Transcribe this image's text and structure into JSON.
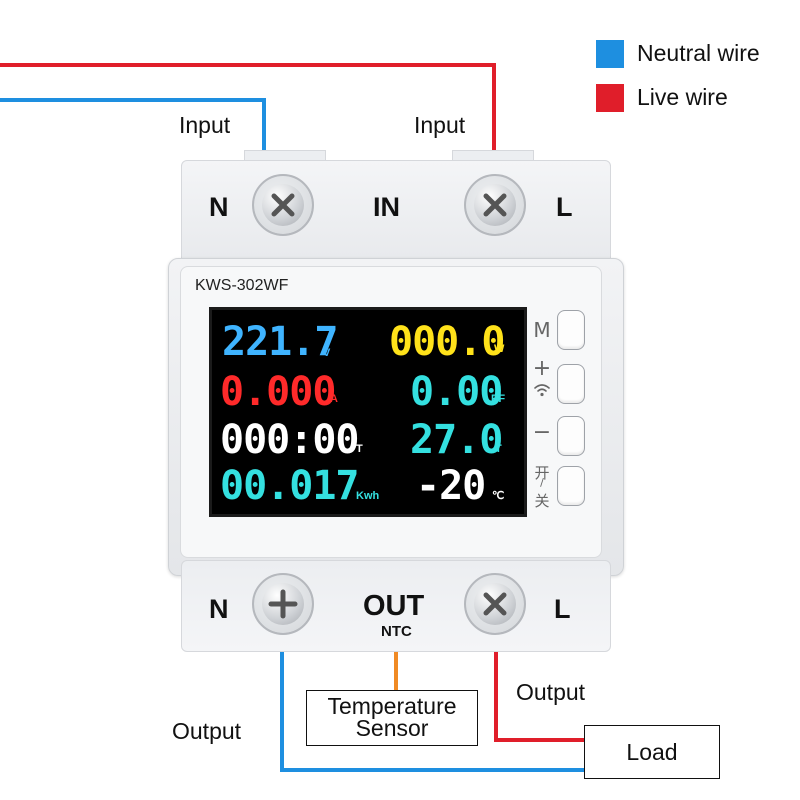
{
  "legend": {
    "neutral": {
      "label": "Neutral wire",
      "color": "#1e8fe0"
    },
    "live": {
      "label": "Live wire",
      "color": "#e01e2a"
    }
  },
  "wiring": {
    "input_left": "Input",
    "input_right": "Input",
    "output_left": "Output",
    "output_right": "Output",
    "sensor_line1": "Temperature",
    "sensor_line2": "Sensor",
    "load": "Load",
    "ntc_wire_color": "#f08a24"
  },
  "device": {
    "model": "KWS-302WF",
    "top_terminals": {
      "left": "N",
      "center": "IN",
      "right": "L"
    },
    "bottom_terminals": {
      "left": "N",
      "center": "OUT",
      "right": "L",
      "ntc": "NTC"
    },
    "buttons": [
      {
        "name": "m-button",
        "label": "M"
      },
      {
        "name": "plus-button",
        "label": "+",
        "icon": "wifi-icon"
      },
      {
        "name": "minus-button",
        "label": "−"
      },
      {
        "name": "power-button",
        "label_top": "开",
        "label_bottom": "关",
        "label_mid": "/"
      }
    ]
  },
  "display": {
    "voltage": {
      "value": "221.7",
      "unit": "V",
      "color": "#3fb4ff"
    },
    "power": {
      "value": "000.0",
      "unit": "W",
      "color": "#ffe21a"
    },
    "current": {
      "value": "0.000",
      "unit": "A",
      "color": "#ff2a2a"
    },
    "power_factor": {
      "value": "0.00",
      "unit": "PF",
      "color": "#34e0e0"
    },
    "time": {
      "value": "000:00",
      "unit": "T",
      "color": "#ffffff"
    },
    "temperature": {
      "value": "27.0",
      "unit": "T",
      "color": "#34e0e0"
    },
    "energy": {
      "value": "00.017",
      "unit": "Kwh",
      "color": "#34e0e0"
    },
    "temp_setting": {
      "value": "-20",
      "unit": "℃",
      "color": "#ffffff"
    }
  }
}
